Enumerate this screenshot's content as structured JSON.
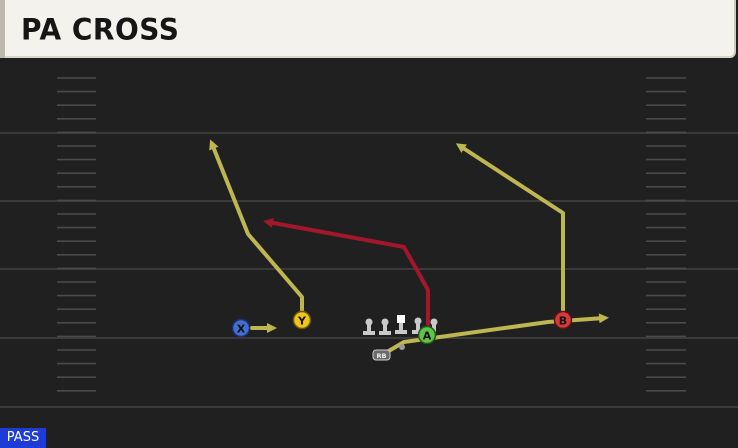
{
  "play": {
    "title": "PA CROSS",
    "type_badge": "PASS"
  },
  "players": {
    "x": {
      "label": "X",
      "color": "#3f6fd0"
    },
    "y": {
      "label": "Y",
      "color": "#f0c419"
    },
    "a": {
      "label": "A",
      "color": "#5fc24a"
    },
    "b": {
      "label": "B",
      "color": "#d7383c"
    },
    "rb": {
      "label": "RB",
      "color": "#6b6b6b"
    }
  },
  "colors": {
    "route_default": "#bdb651",
    "route_primary": "#a2172c",
    "field_bg": "#202020",
    "yard_line": "#3a3a3a",
    "hash": "#4a4a4a",
    "lineman": "#c9c9c9"
  }
}
